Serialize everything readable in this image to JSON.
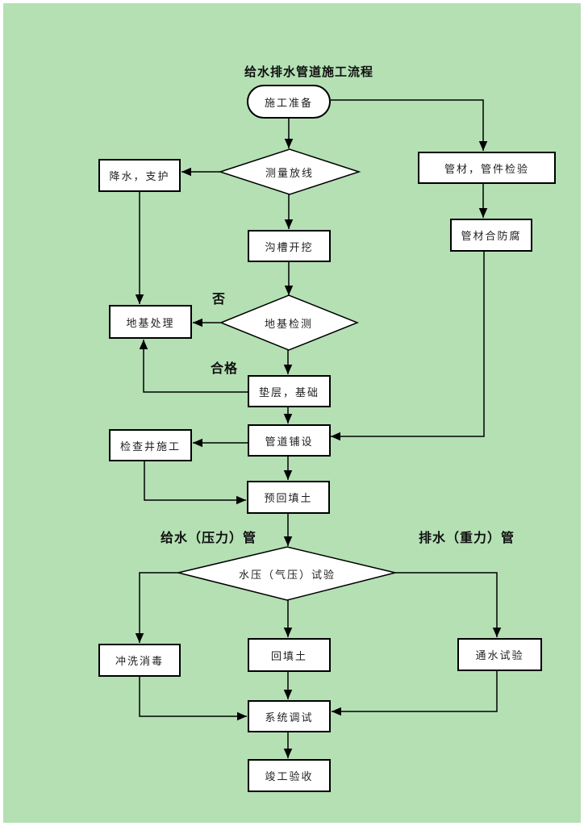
{
  "page": {
    "title": "给水排水管道施工流程"
  },
  "colors": {
    "canvas": "#b4e0b4",
    "node_fill": "#ffffff",
    "line": "#000000"
  },
  "nodes": {
    "start": "施工准备",
    "jiangshui": "降水，支护",
    "celiang": "测量放线",
    "guancai_jianyan": "管材，管件检验",
    "guancai_fangfu": "管材合防腐",
    "goucao": "沟槽开挖",
    "diji_jiance": "地基检测",
    "diji_chuli": "地基处理",
    "dianceng": "垫层，基础",
    "guandao": "管道铺设",
    "jianchajing": "检查井施工",
    "yuhuitian": "预回填土",
    "shuiya": "水压（气压）试验",
    "chongxi": "冲洗消毒",
    "huitian": "回填土",
    "tongshui": "通水试验",
    "xitong": "系统调试",
    "jungong": "竣工验收"
  },
  "labels": {
    "no": "否",
    "pass": "合格",
    "left_branch": "给水（压力）管",
    "right_branch": "排水（重力）管"
  }
}
